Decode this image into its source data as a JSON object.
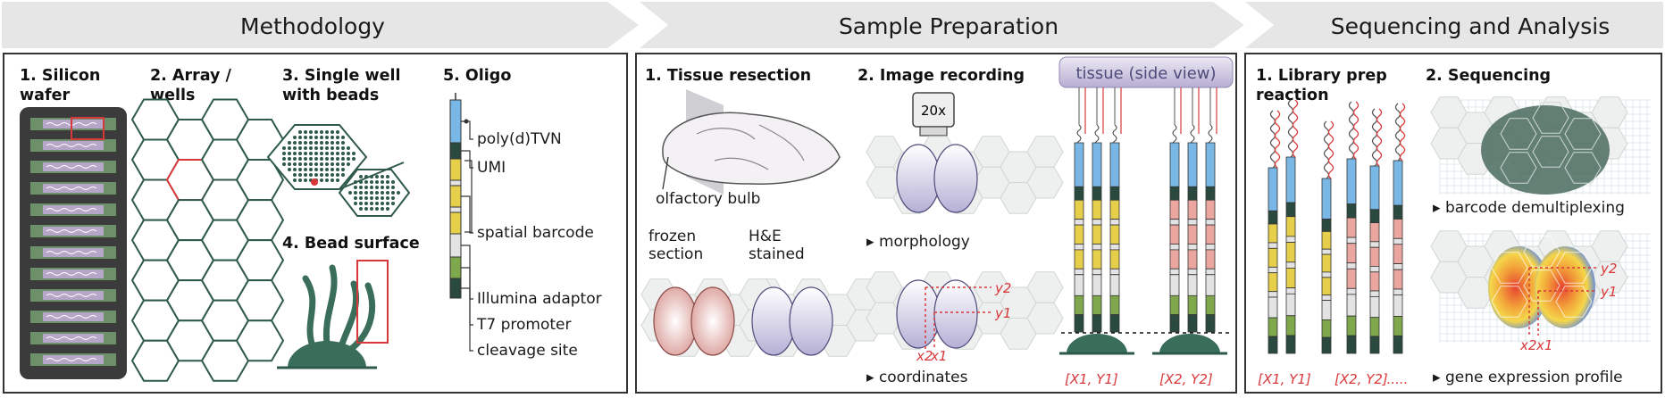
{
  "banner": {
    "methodology": "Methodology",
    "sample_preparation": "Sample Preparation",
    "sequencing_analysis": "Sequencing and Analysis"
  },
  "methodology": {
    "step1_line1": "1. Silicon",
    "step1_line2": "wafer",
    "step2_line1": "2. Array /",
    "step2_line2": "wells",
    "step3_line1": "3. Single well",
    "step3_line2": "with beads",
    "step4": "4. Bead surface",
    "step5": "5. Oligo",
    "oligo_labels": [
      "poly(d)TVN",
      "UMI",
      "spatial barcode",
      "Illumina adaptor",
      "T7 promoter",
      "cleavage site"
    ]
  },
  "sample_preparation": {
    "step1": "1. Tissue resection",
    "olfactory_bulb": "olfactory bulb",
    "frozen_line1": "frozen",
    "frozen_line2": "section",
    "he_line1": "H&E",
    "he_line2": "stained",
    "step2": "2. Image recording",
    "objective": "20x",
    "morphology": "morphology",
    "coordinates": "coordinates",
    "tissue_side_view": "tissue (side view)",
    "y2": "y2",
    "y1": "y1",
    "x2": "x2",
    "x1": "x1",
    "coord1": "[X1, Y1]",
    "coord2": "[X2, Y2]"
  },
  "sequencing": {
    "step1_line1": "1. Library prep",
    "step1_line2": "reaction",
    "step2": "2. Sequencing",
    "barcode_demux": "barcode demultiplexing",
    "gene_expression": "gene expression profile",
    "coord1": "[X1, Y1]",
    "coord2": "[X2, Y2]",
    "ellipsis": ".....",
    "y2": "y2",
    "y1": "y1",
    "x2": "x2",
    "x1": "x1"
  },
  "colors": {
    "banner_bg": "#e6e6e6",
    "hex_dark": "#2f5a4b",
    "hex_light": "#dde2e0",
    "red": "#d9383a",
    "blue": "#79b8e6",
    "dark_teal": "#2b4a3f",
    "yellow": "#e6cf4a",
    "pink": "#eba69f",
    "light_gray": "#e3e3e3",
    "green": "#7fa74b",
    "purple": "#9e96c6"
  }
}
